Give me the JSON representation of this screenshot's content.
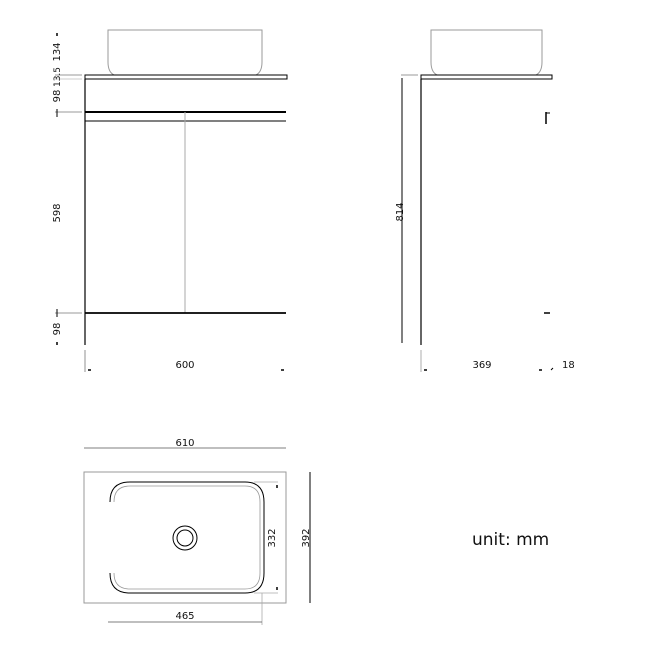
{
  "drawing": {
    "front_view": {
      "dims": {
        "basin_height": "134",
        "top_thickness": "13.5",
        "top_rail": "98",
        "door_height": "598",
        "plinth": "98",
        "width": "600"
      }
    },
    "side_view": {
      "dims": {
        "height": "814",
        "depth": "369",
        "overhang": "18"
      }
    },
    "top_view": {
      "dims": {
        "top_width": "610",
        "top_depth": "392",
        "basin_inner_depth": "332",
        "basin_width": "465"
      }
    },
    "unit_label": "unit:  mm"
  },
  "colors": {
    "line_dark": "#000000",
    "line_gray": "#9a9a9a",
    "background": "#ffffff"
  }
}
